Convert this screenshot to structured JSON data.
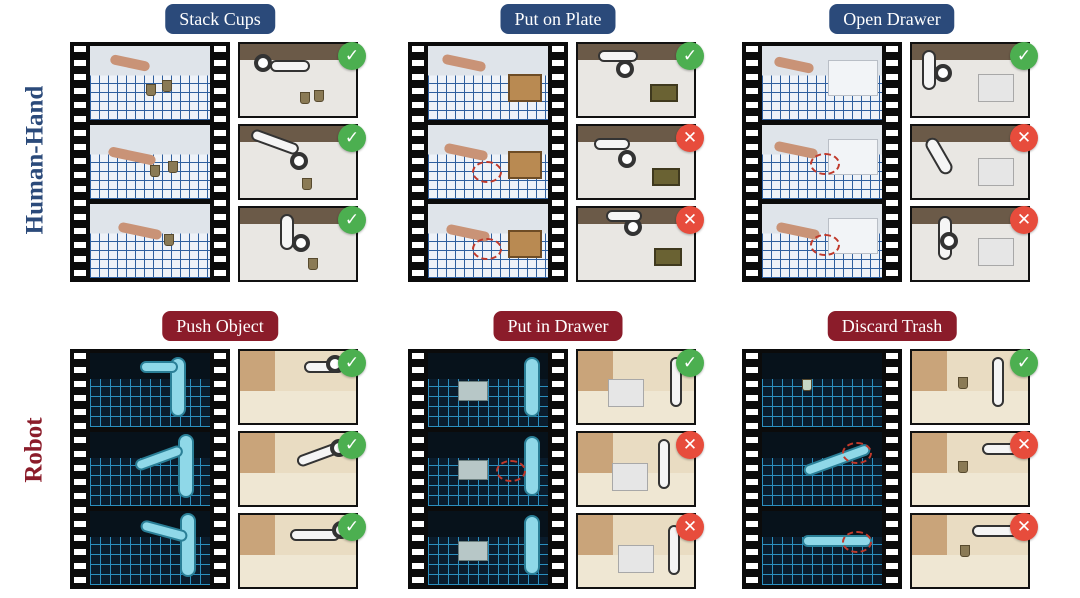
{
  "rows": [
    {
      "label": "Human-Hand",
      "label_color": "#2b4a7a",
      "pill_color": "#2b4a7a",
      "tasks": [
        {
          "title": "Stack Cups",
          "results": [
            "success",
            "success",
            "success"
          ]
        },
        {
          "title": "Put on Plate",
          "results": [
            "success",
            "fail",
            "fail"
          ]
        },
        {
          "title": "Open Drawer",
          "results": [
            "success",
            "fail",
            "fail"
          ]
        }
      ]
    },
    {
      "label": "Robot",
      "label_color": "#8b1c2a",
      "pill_color": "#8b1c2a",
      "tasks": [
        {
          "title": "Push Object",
          "results": [
            "success",
            "success",
            "success"
          ]
        },
        {
          "title": "Put in Drawer",
          "results": [
            "success",
            "fail",
            "fail"
          ]
        },
        {
          "title": "Discard Trash",
          "results": [
            "success",
            "fail",
            "fail"
          ]
        }
      ]
    }
  ],
  "badges": {
    "success_icon": "✓",
    "fail_icon": "✕",
    "success_color": "#4caf50",
    "fail_color": "#e74c3c"
  },
  "divider_gradient": [
    "#2b4a7a",
    "#5aa7d6",
    "#8b1c2a"
  ]
}
